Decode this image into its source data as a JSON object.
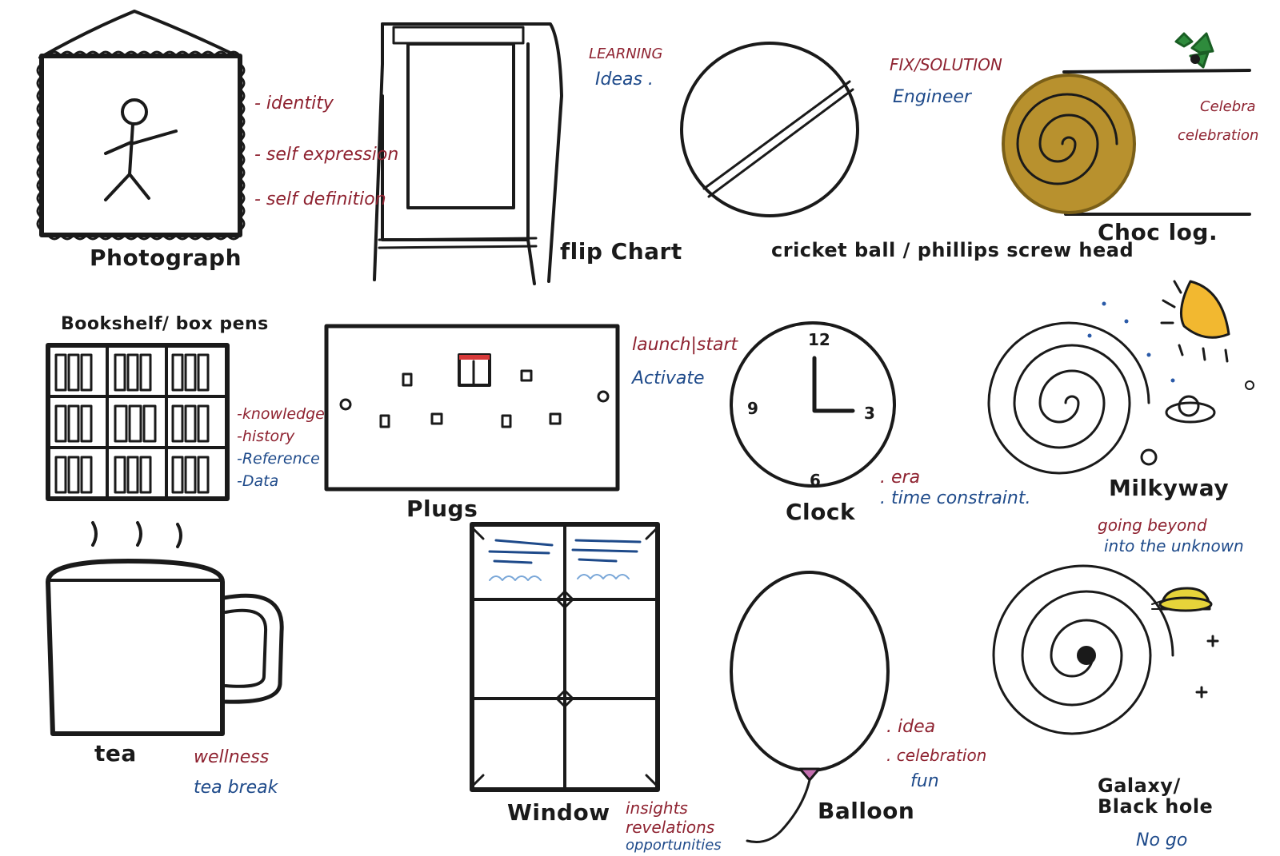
{
  "colors": {
    "ink": "#1a1a1a",
    "note_red": "#8e2230",
    "note_blue": "#1e4a8a",
    "gold": "#b8912e",
    "holly_green": "#2e8b3c",
    "moon_yellow": "#f2b830",
    "sky_blue": "#7aa7d8",
    "plug_red": "#d83a3a"
  },
  "items": {
    "photograph": {
      "icon": "framed-photograph-icon",
      "caption": "Photograph",
      "notes": [
        "- identity",
        "- self expression",
        "- self definition"
      ]
    },
    "flip_chart": {
      "icon": "flip-chart-icon",
      "caption": "flip Chart",
      "notes": [
        "LEARNING",
        "Ideas ."
      ]
    },
    "cricket_ball": {
      "icon": "cricket-ball-icon",
      "caption": "cricket ball / phillips screw head",
      "notes": [
        "FIX/SOLUTION",
        "Engineer"
      ]
    },
    "choc_log": {
      "icon": "choc-log-icon",
      "caption": "Choc log.",
      "notes": [
        "Celebra",
        "celebration"
      ]
    },
    "bookshelf": {
      "icon": "bookshelf-icon",
      "caption": "Bookshelf/ box pens",
      "notes": [
        "-knowledge",
        "-history",
        "-Reference",
        "-Data"
      ]
    },
    "plugs": {
      "icon": "plug-socket-icon",
      "caption": "Plugs",
      "notes": [
        "launch|start",
        "Activate"
      ]
    },
    "clock": {
      "icon": "clock-icon",
      "caption": "Clock",
      "numerals": [
        "12",
        "3",
        "6",
        "9"
      ],
      "notes": [
        ". era",
        ". time constraint."
      ]
    },
    "milky_way": {
      "icon": "milky-way-icon",
      "caption": "Milkyway",
      "notes": [
        "going beyond",
        "into the unknown"
      ]
    },
    "tea": {
      "icon": "tea-mug-icon",
      "caption": "tea",
      "notes": [
        "wellness",
        "tea break"
      ]
    },
    "window": {
      "icon": "window-icon",
      "caption": "Window",
      "notes": [
        "insights",
        "revelations",
        "opportunities"
      ]
    },
    "balloon": {
      "icon": "balloon-icon",
      "caption": "Balloon",
      "notes": [
        ". idea",
        ". celebration",
        "fun"
      ]
    },
    "galaxy": {
      "icon": "galaxy-black-hole-icon",
      "caption": "Galaxy/ Black hole",
      "notes": [
        "No go"
      ]
    }
  }
}
